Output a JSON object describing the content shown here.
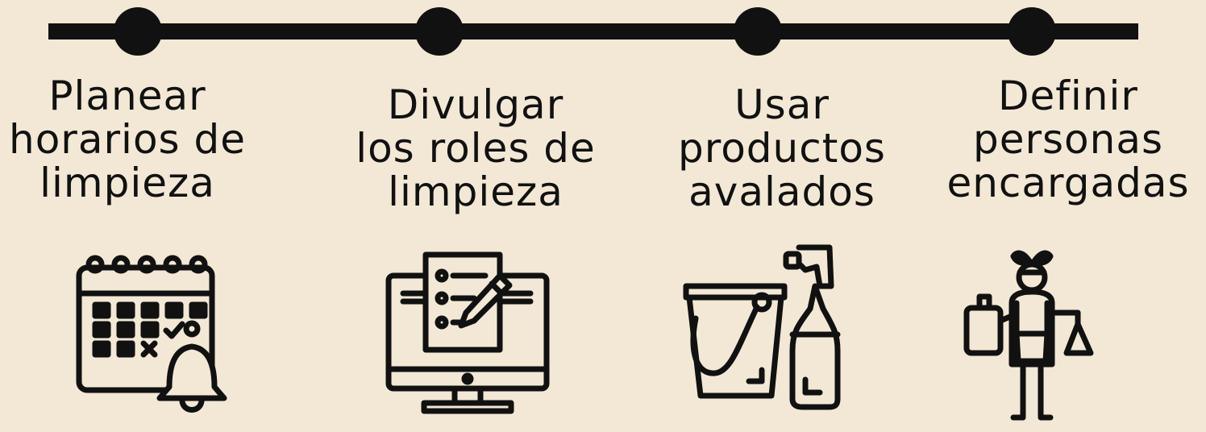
{
  "colors": {
    "background": "#f2e8d5",
    "ink": "#111111"
  },
  "steps": [
    {
      "label": "Planear\nhorarios de\nlimpieza",
      "icon": "calendar-bell-icon"
    },
    {
      "label": "Divulgar\nlos roles de\nlimpieza",
      "icon": "monitor-checklist-icon"
    },
    {
      "label": "Usar\nproductos\navalados",
      "icon": "bucket-spray-bottle-icon"
    },
    {
      "label": "Definir\npersonas\nencargadas",
      "icon": "cleaning-person-icon"
    }
  ]
}
